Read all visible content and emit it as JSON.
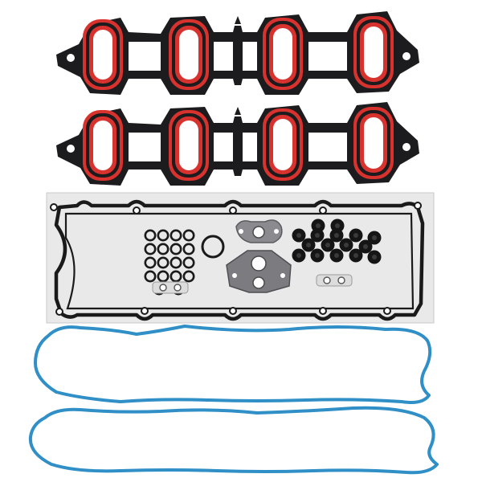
{
  "image": {
    "subject": "engine-gasket-set",
    "colors": {
      "background": "#ffffff",
      "intake_gasket_body": "#1c1c1e",
      "intake_gasket_seal": "#d8322f",
      "valley_plate": "#e9e9ea",
      "valley_gasket": "#1a1a1a",
      "valve_cover_seal": "#2f8fc6",
      "oring_black": "#151515",
      "metal_gasket": "#7b7b80"
    },
    "parts": [
      {
        "name": "intake-manifold-gasket",
        "count": 2
      },
      {
        "name": "valley-cover-gasket",
        "count": 1
      },
      {
        "name": "o-ring-small",
        "count": 20
      },
      {
        "name": "o-ring-large",
        "count": 1
      },
      {
        "name": "grommet-black",
        "count": 16
      },
      {
        "name": "egr-gasket",
        "count": 2
      },
      {
        "name": "small-plate-gasket",
        "count": 2
      },
      {
        "name": "valve-cover-gasket",
        "count": 2
      }
    ]
  }
}
